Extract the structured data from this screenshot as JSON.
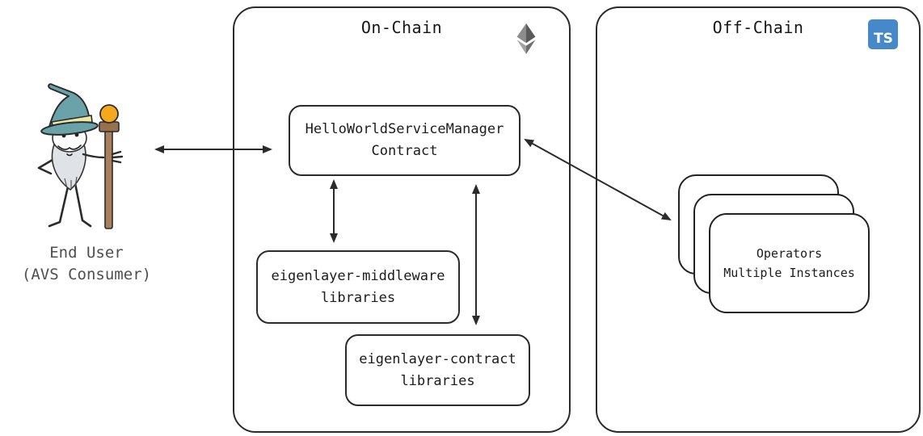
{
  "end_user": {
    "line1": "End User",
    "line2": "(AVS Consumer)"
  },
  "on_chain": {
    "title": "On-Chain",
    "service_manager": {
      "line1": "HelloWorldServiceManager",
      "line2": "Contract"
    },
    "middleware": {
      "line1": "eigenlayer-middleware",
      "line2": "libraries"
    },
    "contracts": {
      "line1": "eigenlayer-contract",
      "line2": "libraries"
    }
  },
  "off_chain": {
    "title": "Off-Chain",
    "ts_badge": "TS",
    "operators": {
      "line1": "Operators",
      "line2": "Multiple Instances"
    }
  },
  "colors": {
    "outline": "#2b2b2b",
    "ts_blue": "#4589cb",
    "eth_upper_left": "#8c8c8c",
    "eth_upper_right": "#5a5a5a",
    "eth_lower_left": "#a3a3a3",
    "eth_lower_right": "#6e6e6e",
    "hat_teal": "#69a3a9",
    "hat_band": "#ece9a6",
    "staff_brown": "#aa805c",
    "staff_cap_brown": "#96714d",
    "orb_orange": "#f6a81c",
    "beard_gray": "#dfe3e8",
    "label_gray": "#4f4f4f"
  }
}
